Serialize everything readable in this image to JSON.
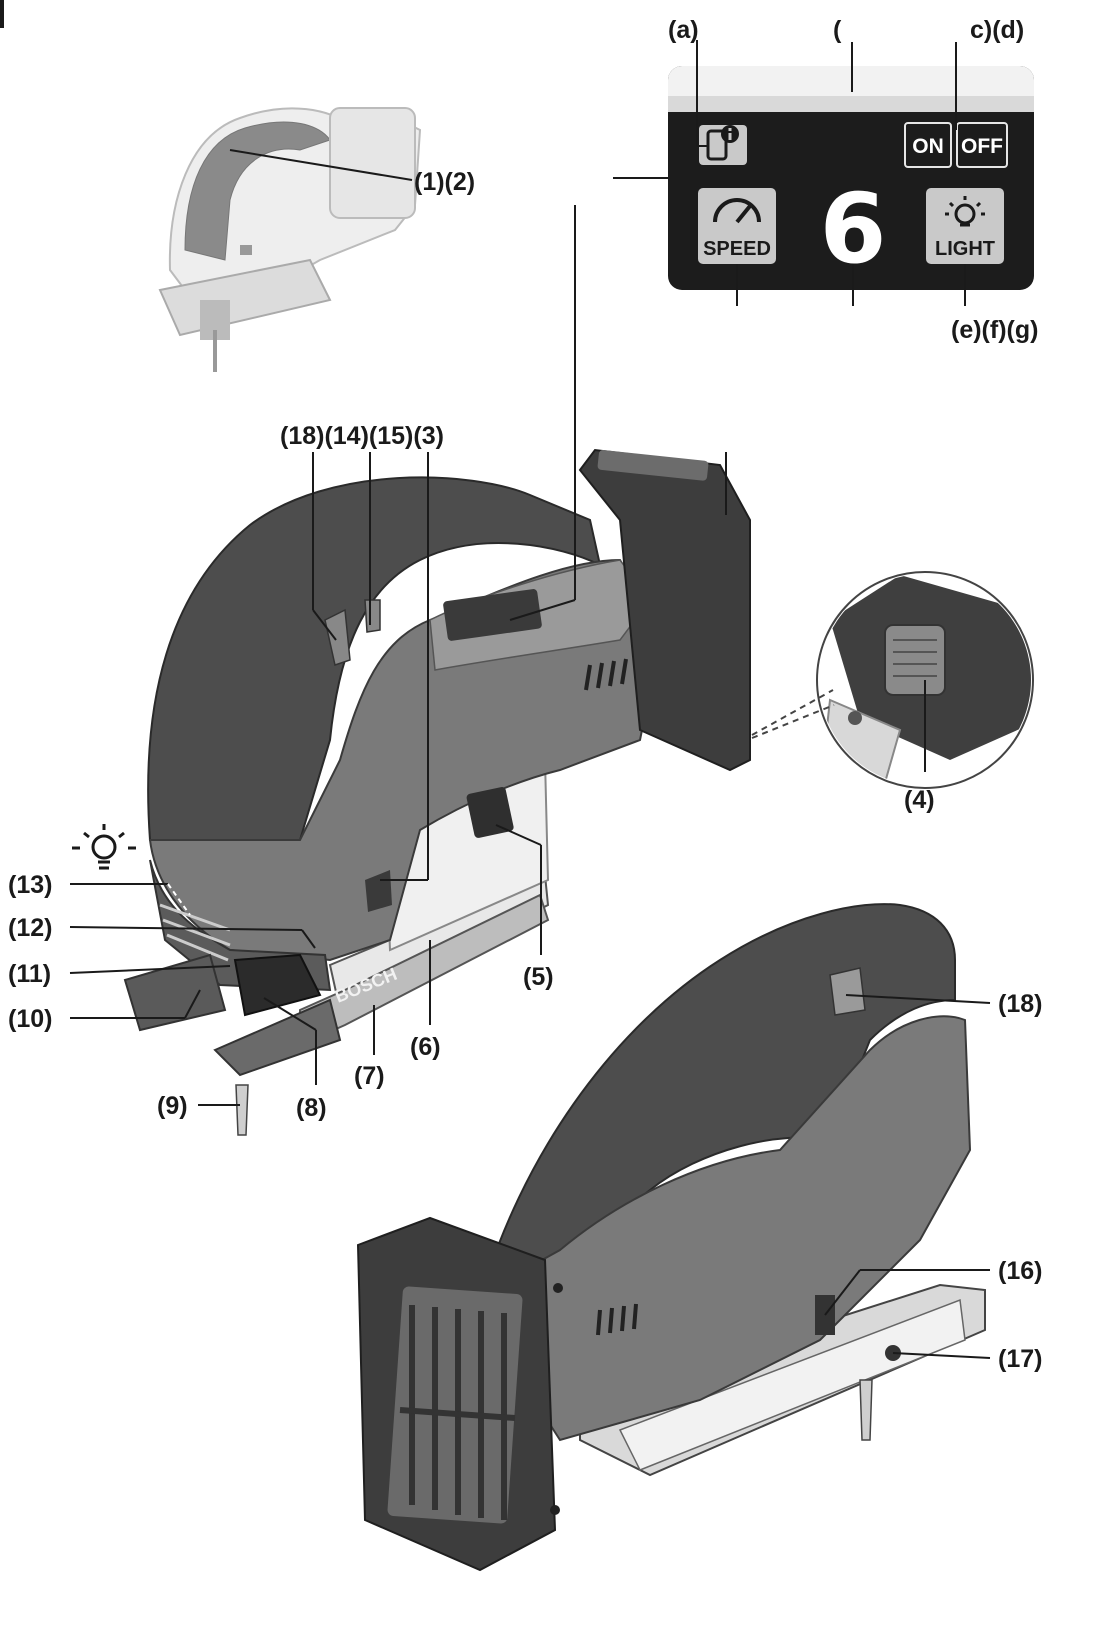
{
  "panel": {
    "on": "ON",
    "off": "OFF",
    "speed": "SPEED",
    "light": "LIGHT",
    "digit": "6"
  },
  "labels": {
    "a": "(a)",
    "b": "(",
    "cd": "c)(d)",
    "efg": "(e)(f)(g)",
    "l12": "(1)(2)",
    "l18_14_15_3": "(18)(14)(15)(3)",
    "l4": "(4)",
    "l5": "(5)",
    "l6": "(6)",
    "l7": "(7)",
    "l8": "(8)",
    "l9": "(9)",
    "l10": "(10)",
    "l11": "(11)",
    "l12b": "(12)",
    "l13": "(13)",
    "l16": "(16)",
    "l17": "(17)",
    "l18": "(18)"
  },
  "brand": "BOSCH",
  "colors": {
    "body_dark": "#4d4d4d",
    "body_mid": "#7a7a7a",
    "body_light": "#a9a9a9",
    "panel_black": "#1c1c1c",
    "button_gray": "#c9c9c9"
  }
}
